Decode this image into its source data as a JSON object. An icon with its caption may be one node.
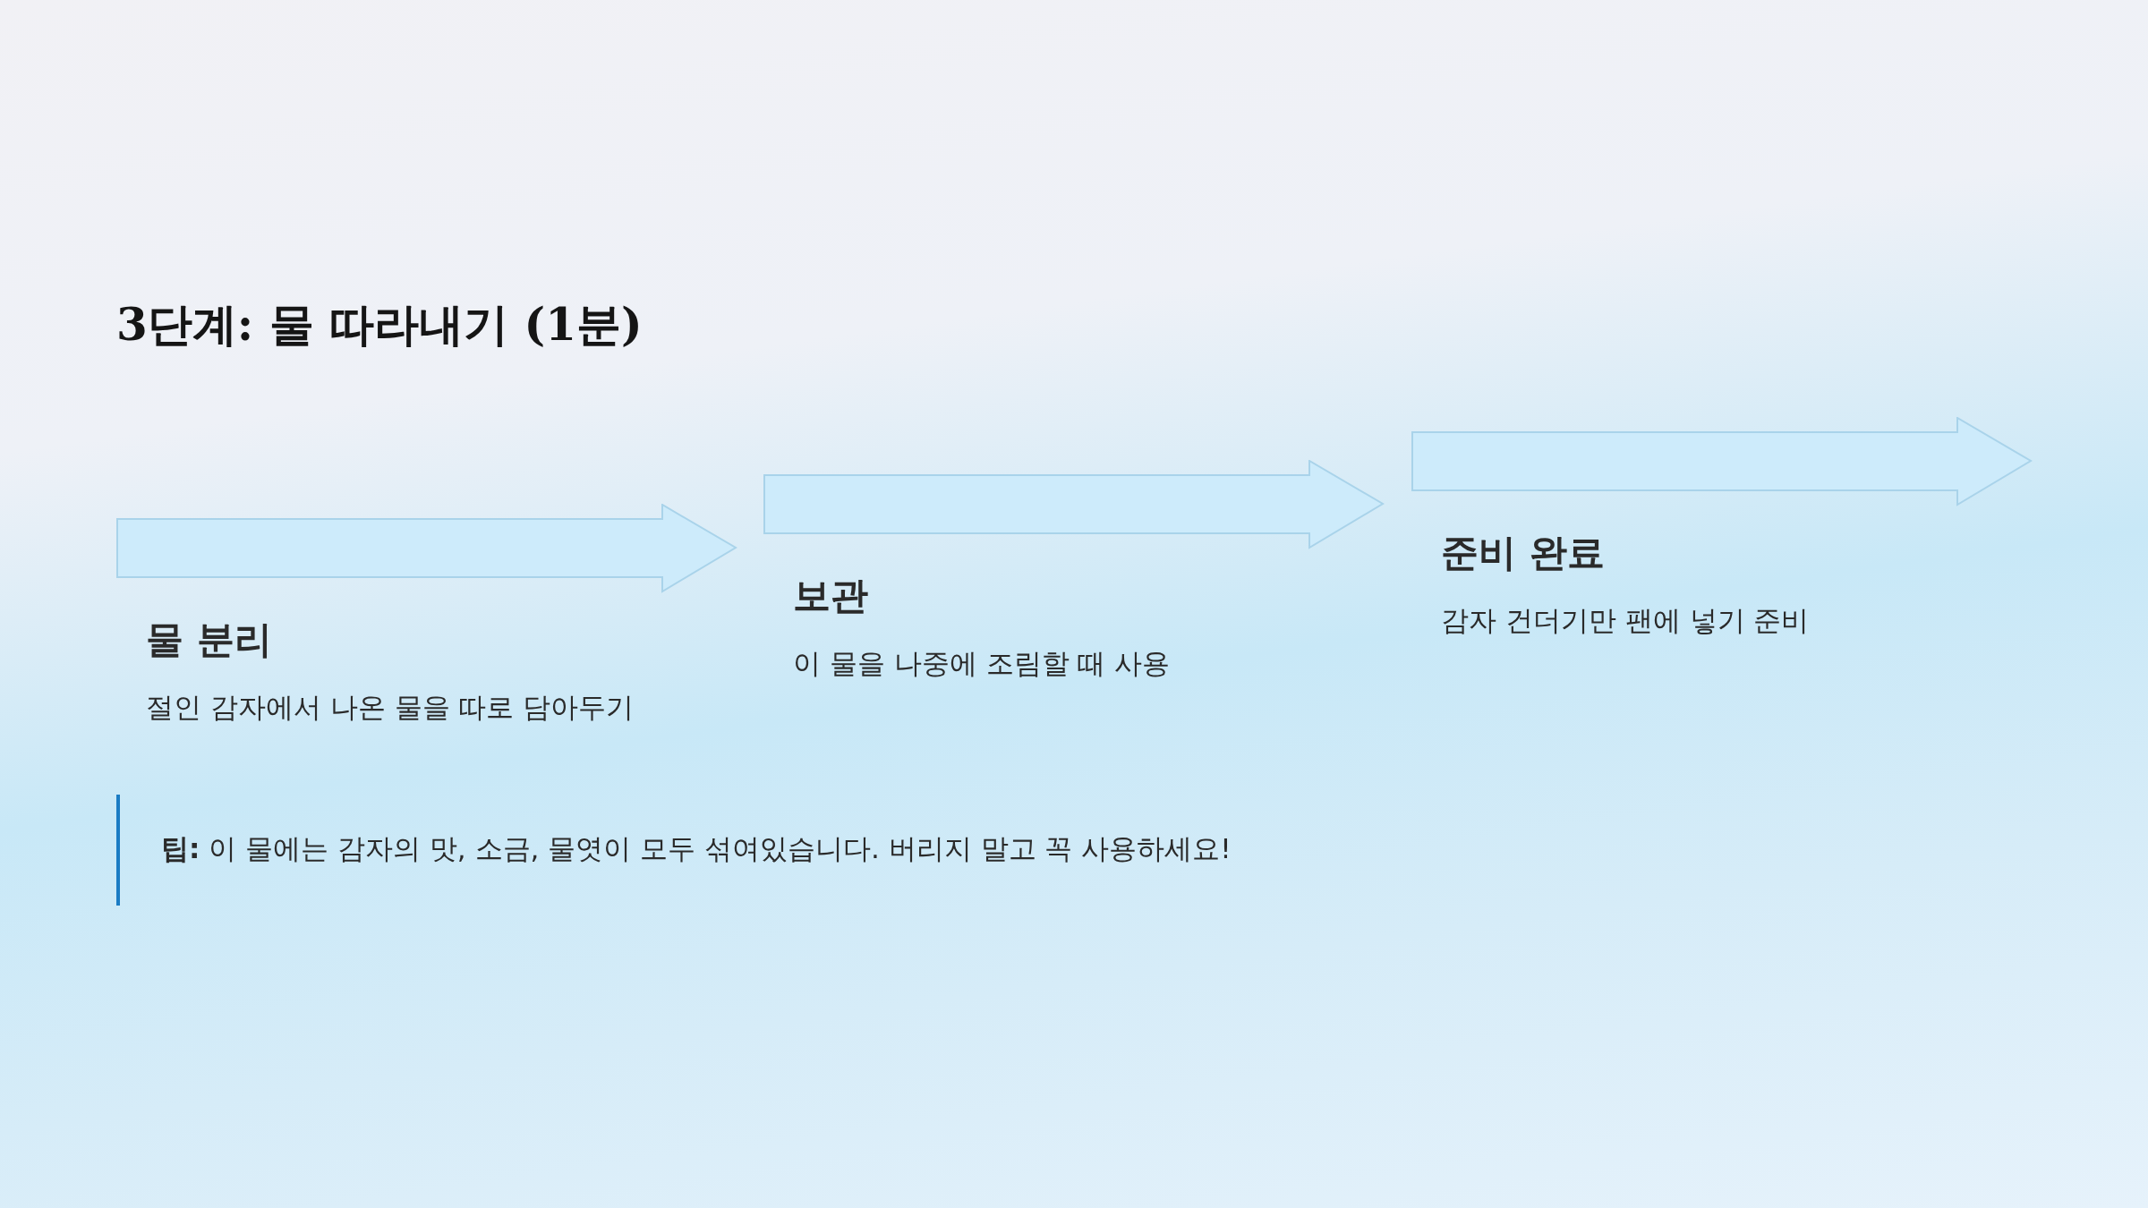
{
  "diagram": {
    "title": "3단계: 물 따라내기 (1분)",
    "nodes": [
      {
        "text": [
          "물 분리",
          "절인 감자에서 나온 물을 따로 담아두기"
        ]
      },
      {
        "text": [
          "보관",
          "이 물을 나중에 조림할 때 사용"
        ]
      },
      {
        "text": [
          "준비 완료",
          "감자 건더기만 팬에 넣기 준비"
        ]
      },
      {
        "text": [
          "**팁:** 이 물에는 감자의 맛, 소금, 물엿이 모두 섞여있습니다. 버리지 말고 꼭 사용하세요!"
        ]
      }
    ]
  }
}
